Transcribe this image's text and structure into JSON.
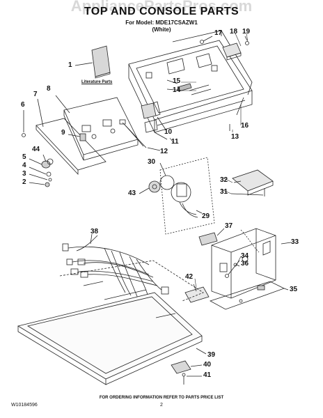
{
  "diagram": {
    "watermark": "AppliancePartsPros.com",
    "title": "TOP AND CONSOLE PARTS",
    "model_line": "For Model: MDE17CSAZW1",
    "color_line": "(White)",
    "literature_label": "Literature Parts",
    "footer_note": "FOR ORDERING INFORMATION REFER TO PARTS PRICE LIST",
    "doc_number": "W10184596",
    "page_number": "2",
    "callouts": [
      "1",
      "2",
      "3",
      "4",
      "5",
      "6",
      "7",
      "8",
      "9",
      "10",
      "11",
      "12",
      "13",
      "14",
      "15",
      "16",
      "17",
      "18",
      "19",
      "29",
      "30",
      "31",
      "32",
      "33",
      "34",
      "35",
      "36",
      "37",
      "38",
      "39",
      "40",
      "41",
      "42",
      "43",
      "44"
    ]
  }
}
